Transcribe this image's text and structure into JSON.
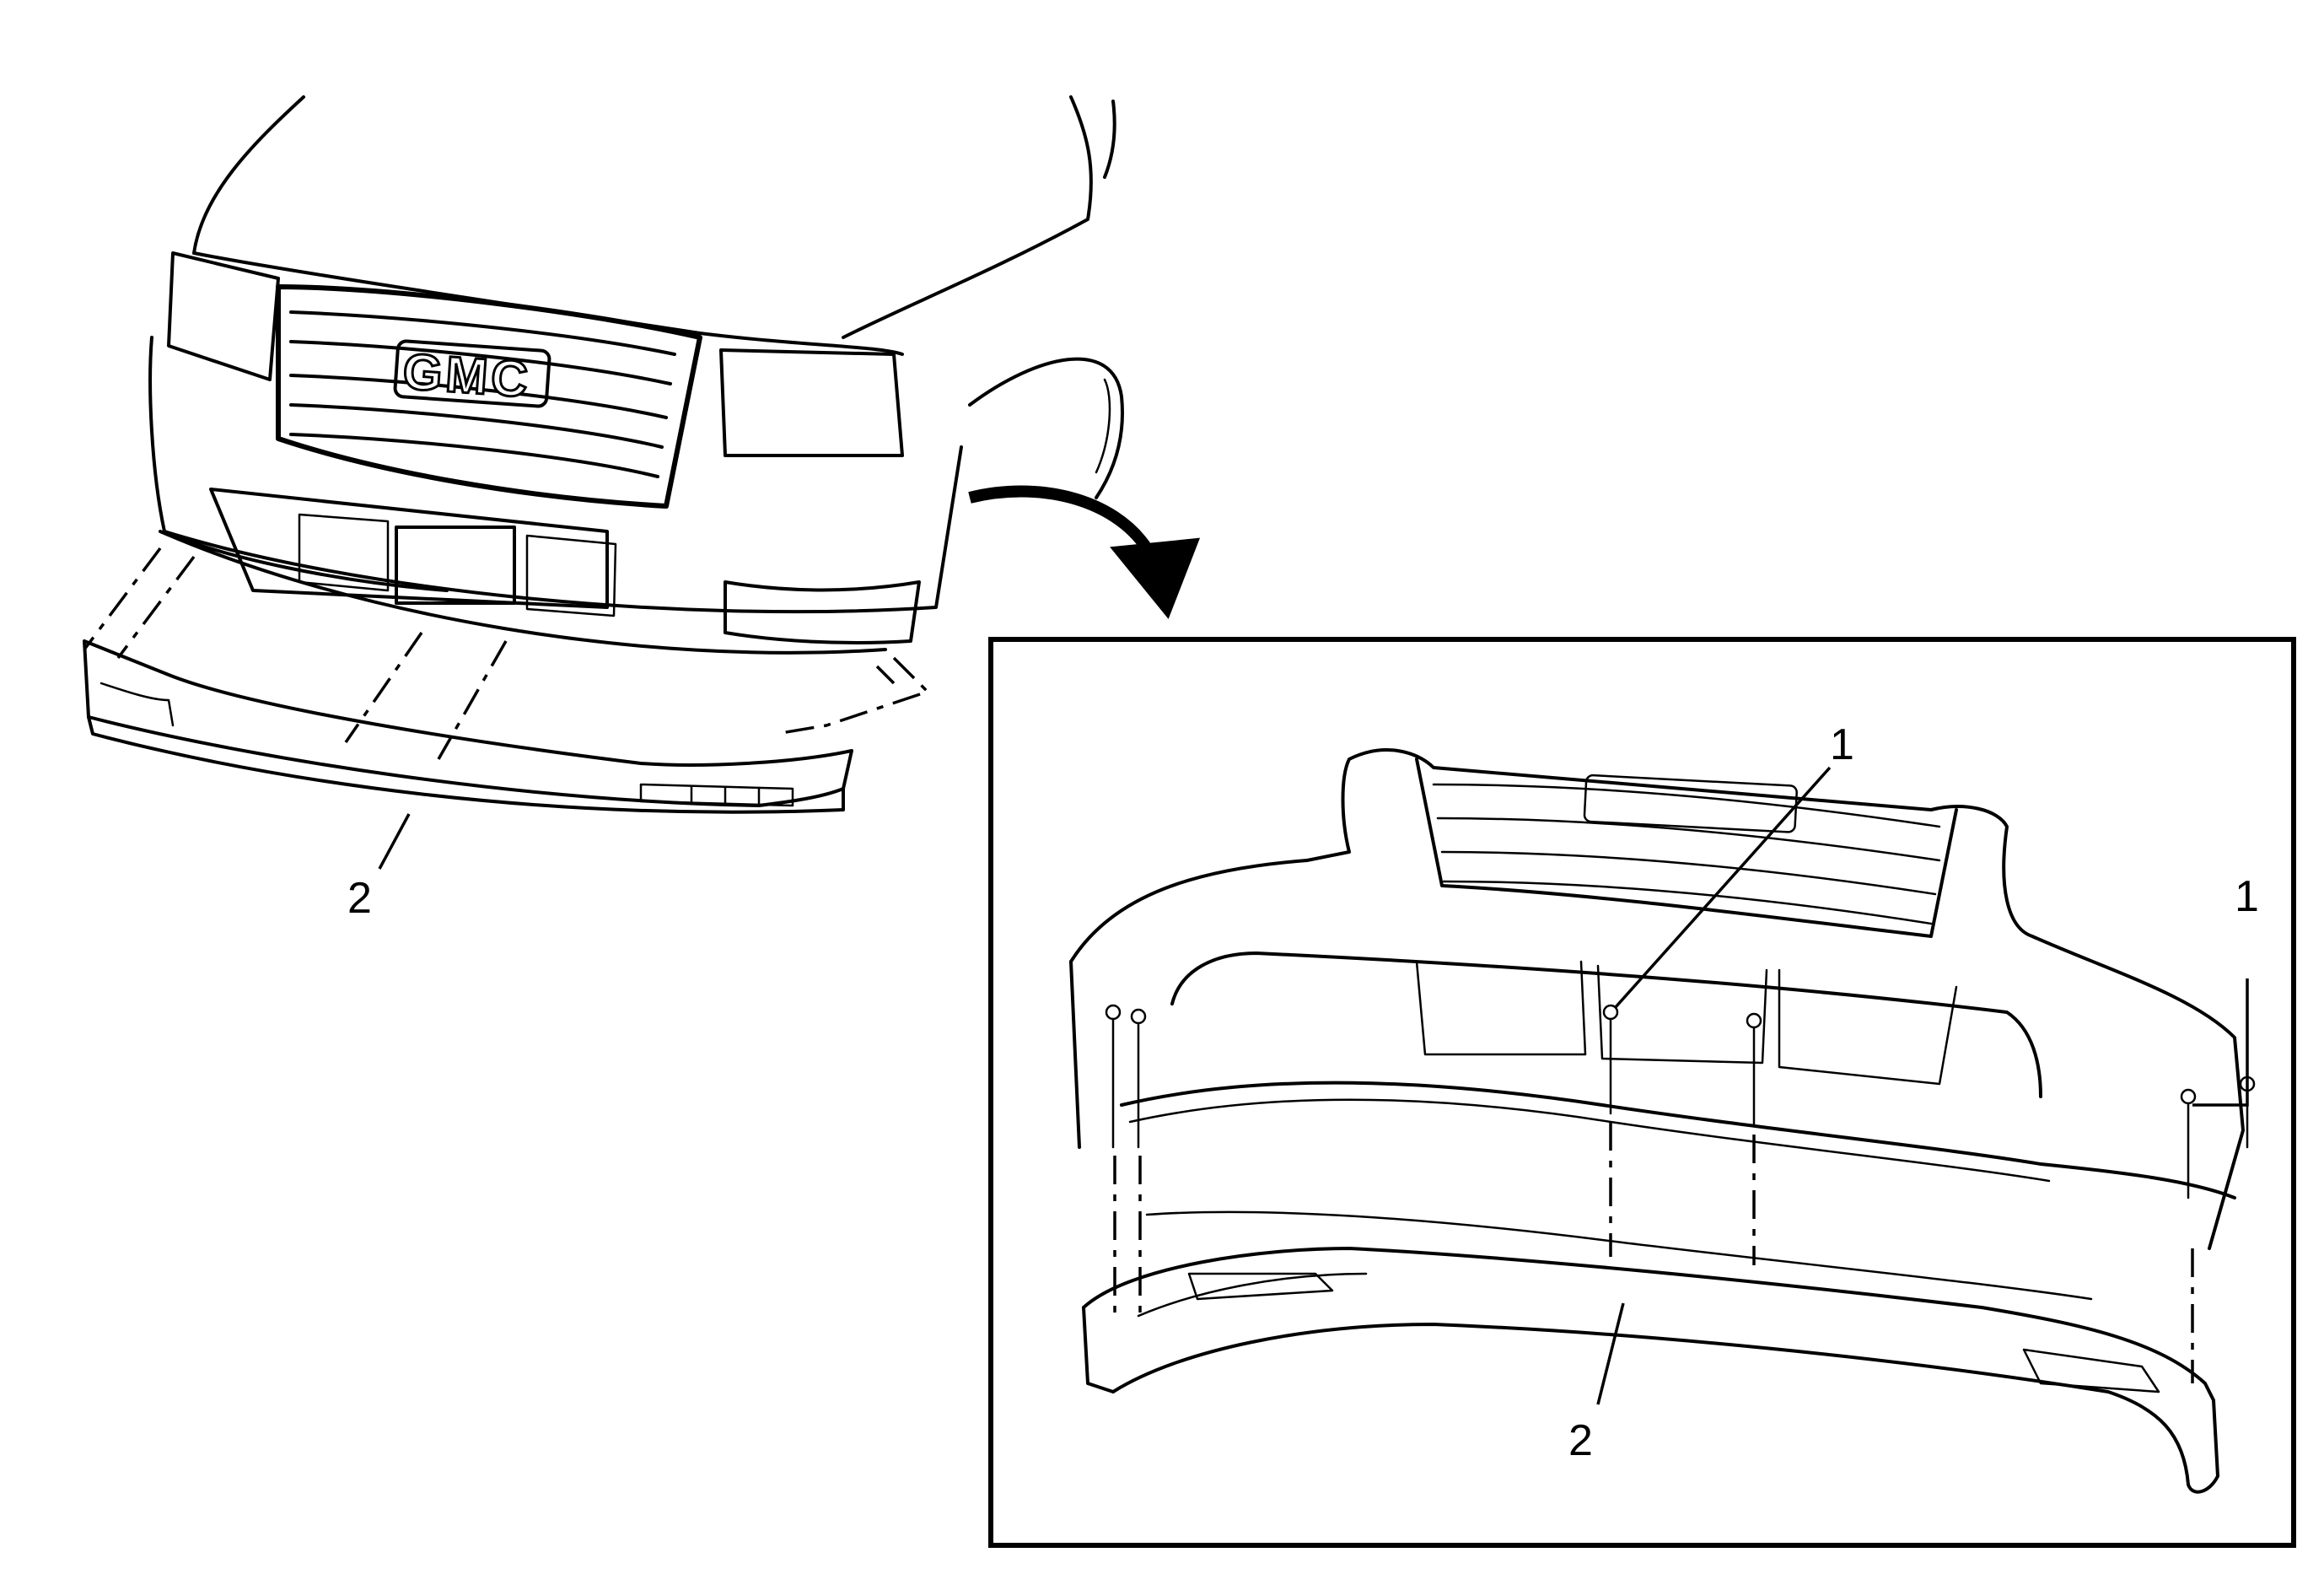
{
  "figure": {
    "grille_emblem": "GMC",
    "overview_callouts": [
      {
        "id": "overview-fascia-callout",
        "label": "2"
      }
    ],
    "detail_callouts": [
      {
        "id": "detail-bolt-callout-center",
        "label": "1"
      },
      {
        "id": "detail-bolt-callout-right",
        "label": "1"
      },
      {
        "id": "detail-fascia-callout",
        "label": "2"
      }
    ]
  }
}
